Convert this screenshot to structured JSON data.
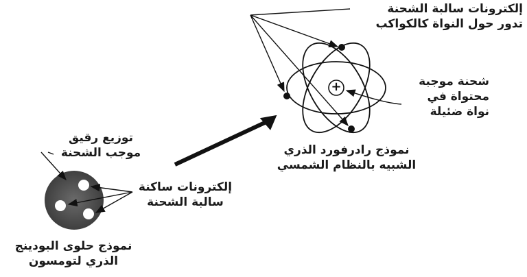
{
  "labels": {
    "neg_electrons_orbit": [
      "إلكترونات سالبة الشحنة",
      "تدور حول النواة كالكواكب"
    ],
    "positive_charge": [
      "شحنة موجبة",
      "محتواة في",
      "نواة ضئيلة"
    ],
    "rutherford_model": [
      "نموذج رادرفورد الذري",
      "الشبيه بالنظام الشمسي"
    ],
    "thin_positive": [
      "توزيع رقيق",
      "موجب الشحنة"
    ],
    "static_electrons": [
      "إلكترونات ساكنة",
      "سالبة الشحنة"
    ],
    "thomson_model": [
      "نموذج حلوى البودينج",
      "الذري لتومسون"
    ]
  },
  "symbols": {
    "nucleus": "+"
  },
  "colors": {
    "ink": "#111111",
    "pudding": "#555555"
  }
}
